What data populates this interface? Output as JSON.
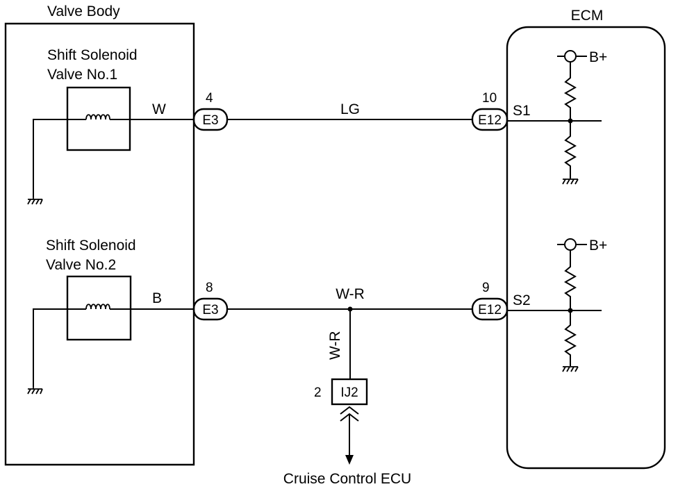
{
  "valve_body": {
    "title": "Valve Body",
    "solenoid1": {
      "line1": "Shift Solenoid",
      "line2": "Valve No.1",
      "wire": "W"
    },
    "solenoid2": {
      "line1": "Shift Solenoid",
      "line2": "Valve No.2",
      "wire": "B"
    }
  },
  "ecm": {
    "title": "ECM",
    "supply1": "B+",
    "supply2": "B+",
    "terminal1": "S1",
    "terminal2": "S2"
  },
  "circuit1": {
    "left_connector": "E3",
    "left_pin": "4",
    "wire_color": "LG",
    "right_connector": "E12",
    "right_pin": "10"
  },
  "circuit2": {
    "left_connector": "E3",
    "left_pin": "8",
    "wire_color": "W-R",
    "right_connector": "E12",
    "right_pin": "9",
    "branch_wire_color": "W-R",
    "branch_connector": "IJ2",
    "branch_pin": "2",
    "destination": "Cruise Control ECU"
  }
}
